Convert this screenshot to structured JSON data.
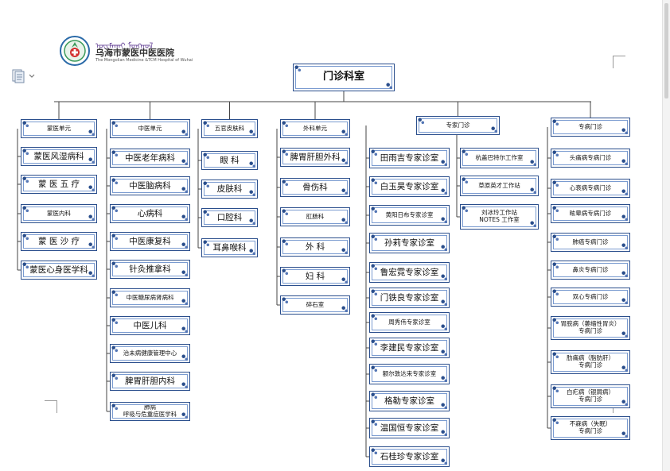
{
  "header": {
    "logo_mongol": "ᠦᠸᠮᠠᠬᠠᠢ ᠮᠣᠩᠭᠣᠯ",
    "logo_cn": "乌海市蒙医中医医院",
    "logo_en": "The Mongolian Medicine &TCM Hospital of Wuhai"
  },
  "chart": {
    "root": "门诊科室",
    "columns": [
      {
        "label": "蒙医单元",
        "items": [
          "蒙医风湿病科",
          "蒙 医 五 疗",
          "蒙医内科",
          "蒙 医 沙 疗",
          "蒙医心身医学科"
        ]
      },
      {
        "label": "中医单元",
        "items": [
          "中医老年病科",
          "中医脑病科",
          "心病科",
          "中医康复科",
          "针灸推拿科",
          "中医糖尿病肾病科",
          "中医儿科",
          "治未病健康管理中心",
          "脾胃肝胆内科",
          "肺病\n呼吸与危重症医学科"
        ]
      },
      {
        "label": "五官皮肤科",
        "items": [
          "眼 科",
          "皮肤科",
          "口腔科",
          "耳鼻喉科"
        ]
      },
      {
        "label": "外科单元",
        "items": [
          "脾胃肝胆外科",
          "骨伤科",
          "肛肠科",
          "外 科",
          "妇 科",
          "碎石室"
        ]
      },
      {
        "label": "专家门诊",
        "items": [
          "田雨吉专家诊室",
          "白玉昊专家诊室",
          "黄阳日布专家诊室",
          "孙莉专家诊室",
          "鲁宏霓专家诊室",
          "门铁良专家诊室",
          "周秀伟专家诊室",
          "李建民专家诊室",
          "额尔敦达来专家诊室",
          "格勒专家诊室",
          "温国恒专家诊室",
          "石桂珍专家诊室"
        ],
        "items2": [
          "杭盖巴特尔工作室",
          "草原英才工作站",
          "刘冰玲工作站\nNOTES 工作室"
        ]
      },
      {
        "label": "专病门诊",
        "items": [
          "头痛病专病门诊",
          "心衰病专病门诊",
          "眩晕病专病门诊",
          "肺癌专病门诊",
          "鼻炎专病门诊",
          "双心专病门诊",
          "胃脘病（萎缩性胃炎）\n专病门诊",
          "肋痛病（脂肪肝）\n专病门诊",
          "白疕病（银屑病）\n专病门诊",
          "不寐病（失眠）\n专病门诊"
        ]
      }
    ]
  }
}
